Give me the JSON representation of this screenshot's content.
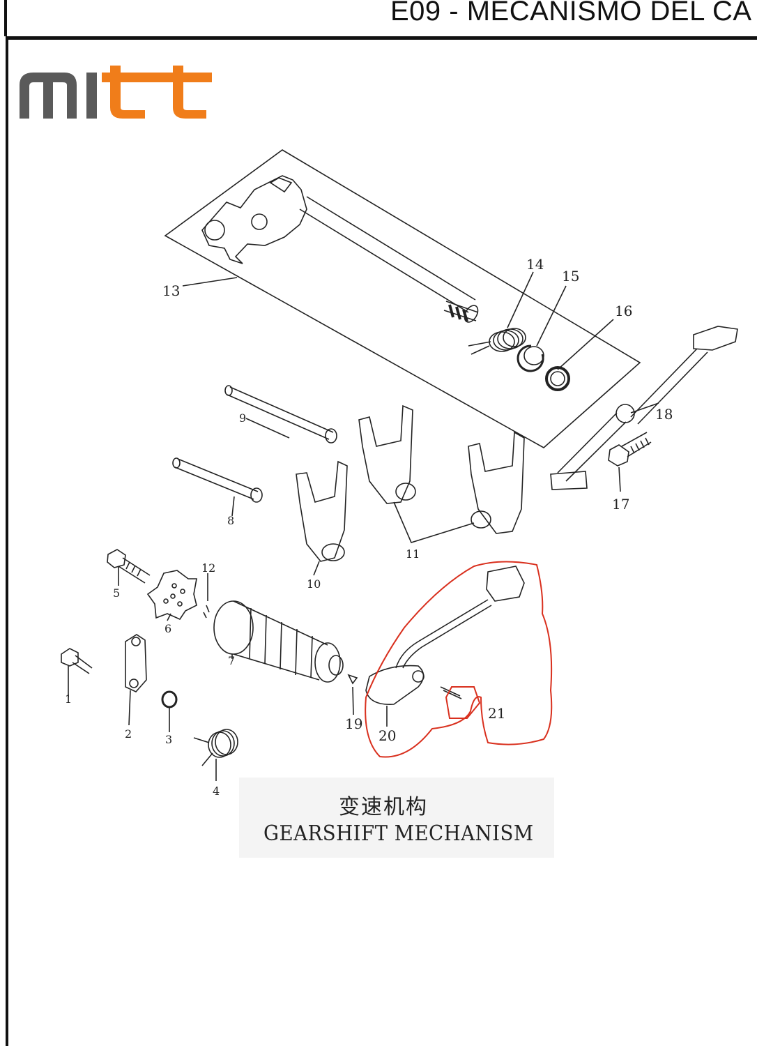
{
  "header": {
    "title": "E09 - MECANISMO DEL CA"
  },
  "logo": {
    "text": "mitt",
    "accent_letters": "tt",
    "grey_color": "#5a5a5a",
    "accent_color": "#f07d1a"
  },
  "caption": {
    "chinese": "变速机构",
    "english": "GEARSHIFT MECHANISM"
  },
  "highlight": {
    "color": "#d9301e"
  },
  "callouts": {
    "n1": "1",
    "n2": "2",
    "n3": "3",
    "n4": "4",
    "n5": "5",
    "n6": "6",
    "n7": "7",
    "n8": "8",
    "n9": "9",
    "n10": "10",
    "n11": "11",
    "n12": "12",
    "n13": "13",
    "n14": "14",
    "n15": "15",
    "n16": "16",
    "n17": "17",
    "n18": "18",
    "n19": "19",
    "n20": "20",
    "n21": "21"
  }
}
